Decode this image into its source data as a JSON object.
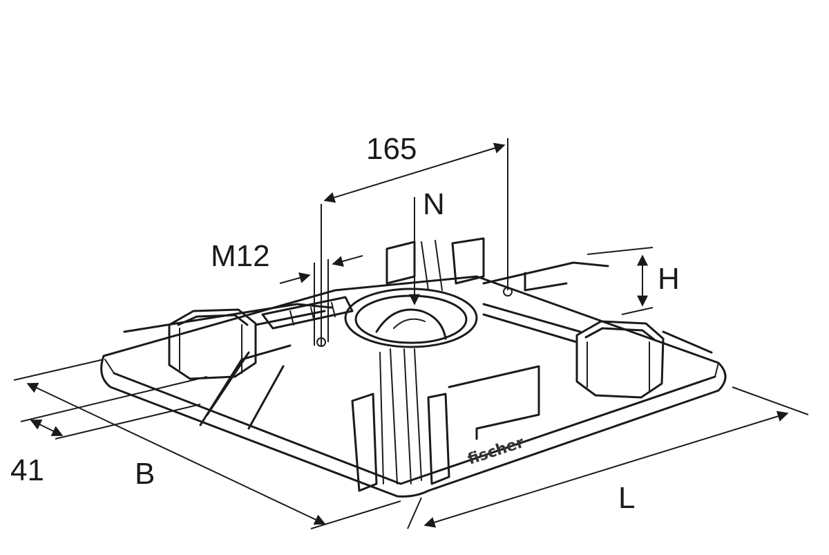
{
  "figure": {
    "dimensions": {
      "spacing": "165",
      "center": "N",
      "bolt": "M12",
      "height": "H",
      "edge": "41",
      "width": "B",
      "length": "L"
    },
    "embossed_logo": "fischer"
  }
}
